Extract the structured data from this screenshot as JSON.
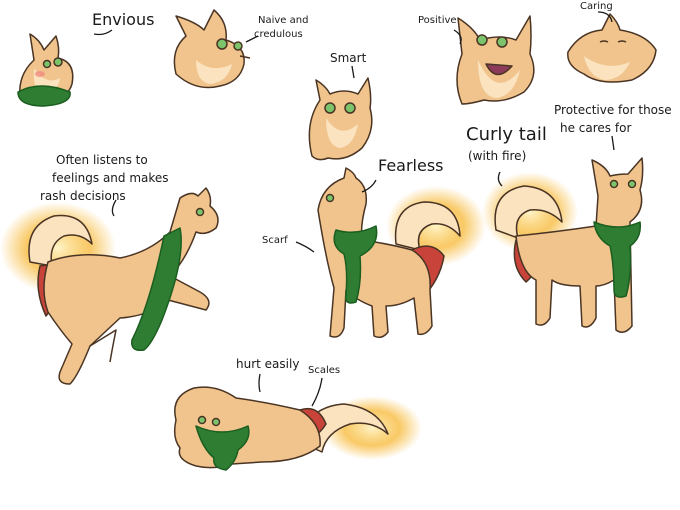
{
  "labels": {
    "envious": "Envious",
    "naive_1": "Naive and",
    "naive_2": "credulous",
    "positive": "Positive",
    "caring": "Caring",
    "smart": "Smart",
    "protective_1": "Protective for those",
    "protective_2": "he cares for",
    "curly_1": "Curly tail",
    "curly_2": "(with fire)",
    "listens_1": "Often listens to",
    "listens_2": "feelings and makes",
    "listens_3": "rash decisions",
    "fearless": "Fearless",
    "scarf": "Scarf",
    "hurt": "hurt easily",
    "scales": "Scales"
  },
  "colors": {
    "fur": "#f0c48c",
    "fur_light": "#fbe3c0",
    "outline": "#4a3424",
    "scarf": "#2e7d32",
    "scarf_dark": "#1b5e20",
    "eye": "#7cc46b",
    "scales": "#c8443a",
    "fire": "#f7b733",
    "fire_glow": "#ffe08a",
    "blush": "#f28b82",
    "text": "#1a1a1a"
  }
}
